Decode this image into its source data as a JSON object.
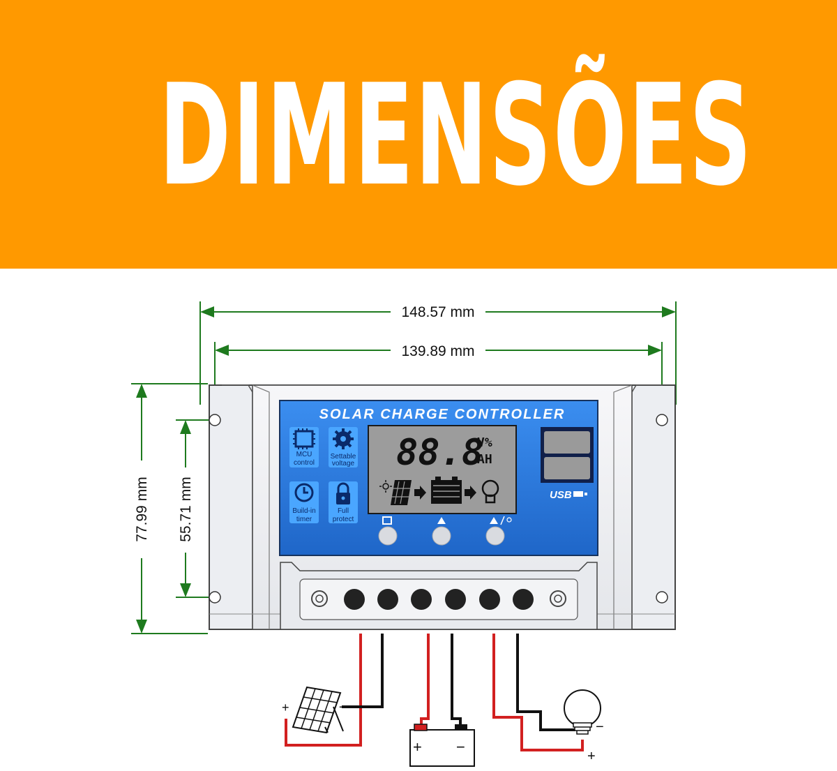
{
  "banner": {
    "title": "DIMENSÕES",
    "background": "#ff9900"
  },
  "dimensions": {
    "overall_width": "148.57 mm",
    "hole_spacing_width": "139.89 mm",
    "overall_height": "77.99 mm",
    "hole_spacing_height": "55.71 mm"
  },
  "panel": {
    "title": "SOLAR CHARGE CONTROLLER",
    "features": [
      {
        "icon": "chip-icon",
        "label_line1": "MCU",
        "label_line2": "control"
      },
      {
        "icon": "gear-icon",
        "label_line1": "Settable",
        "label_line2": "voltage"
      },
      {
        "icon": "clock-icon",
        "label_line1": "Build-in",
        "label_line2": "timer"
      },
      {
        "icon": "lock-icon",
        "label_line1": "Full",
        "label_line2": "protect"
      }
    ],
    "lcd_digits": "88.8",
    "lcd_unit1": "V%",
    "lcd_unit2": "AH",
    "usb_label": "USB",
    "colors": {
      "panel_blue": "#2d7fe0",
      "lcd_gray": "#9c9c9c",
      "dimension_green": "#1e7a1e"
    }
  },
  "wiring": {
    "solar": {
      "plus": "+",
      "minus": "-"
    },
    "battery": {
      "plus": "+",
      "minus": "−"
    },
    "load": {
      "plus": "+",
      "minus": "−"
    }
  }
}
